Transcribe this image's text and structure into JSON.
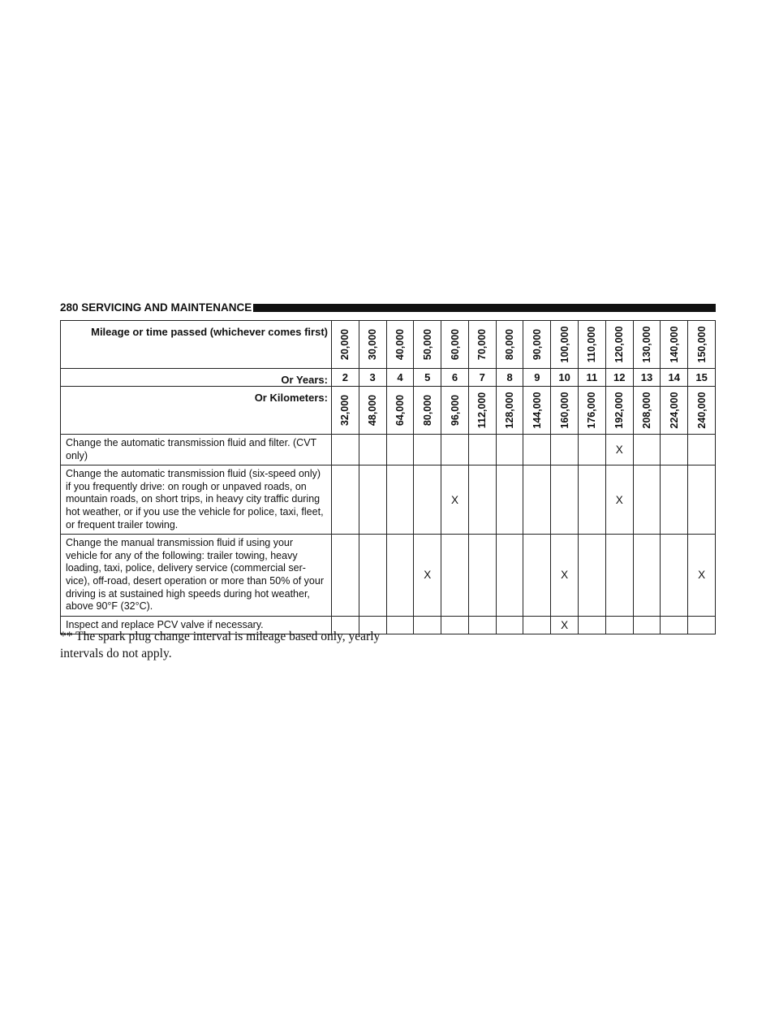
{
  "header": {
    "page_label": "280  SERVICING AND MAINTENANCE"
  },
  "table": {
    "mileage_label": "Mileage or time passed (whichever comes first)",
    "years_label": "Or Years:",
    "km_label": "Or Kilometers:",
    "miles": [
      "20,000",
      "30,000",
      "40,000",
      "50,000",
      "60,000",
      "70,000",
      "80,000",
      "90,000",
      "100,000",
      "110,000",
      "120,000",
      "130,000",
      "140,000",
      "150,000"
    ],
    "years": [
      "2",
      "3",
      "4",
      "5",
      "6",
      "7",
      "8",
      "9",
      "10",
      "11",
      "12",
      "13",
      "14",
      "15"
    ],
    "kilometers": [
      "32,000",
      "48,000",
      "64,000",
      "80,000",
      "96,000",
      "112,000",
      "128,000",
      "144,000",
      "160,000",
      "176,000",
      "192,000",
      "208,000",
      "224,000",
      "240,000"
    ],
    "rows": [
      {
        "label": "Change the automatic transmission fluid and filter. (CVT only)",
        "marks": [
          "",
          "",
          "",
          "",
          "",
          "",
          "",
          "",
          "",
          "",
          "X",
          "",
          "",
          ""
        ]
      },
      {
        "label": "Change the automatic transmission fluid (six-speed only) if you frequently drive: on rough or unpaved roads, on mountain roads, on short trips, in heavy city traffic during hot weather, or if you use the vehicle for police, taxi, fleet, or frequent trailer towing.",
        "marks": [
          "",
          "",
          "",
          "",
          "X",
          "",
          "",
          "",
          "",
          "",
          "X",
          "",
          "",
          ""
        ]
      },
      {
        "label": "Change the manual transmission fluid if using your vehicle for any of the following: trailer towing, heavy loading, taxi, police, delivery service (commercial ser- vice), off-road, desert operation or more than 50% of your driving is at sustained high speeds during hot weather, above 90°F (32°C).",
        "marks": [
          "",
          "",
          "",
          "X",
          "",
          "",
          "",
          "",
          "X",
          "",
          "",
          "",
          "",
          "X"
        ]
      },
      {
        "label": "Inspect and replace PCV valve if necessary.",
        "marks": [
          "",
          "",
          "",
          "",
          "",
          "",
          "",
          "",
          "X",
          "",
          "",
          "",
          "",
          ""
        ]
      }
    ]
  },
  "footnote": "** The spark plug change interval is mileage based only, yearly intervals do not apply."
}
